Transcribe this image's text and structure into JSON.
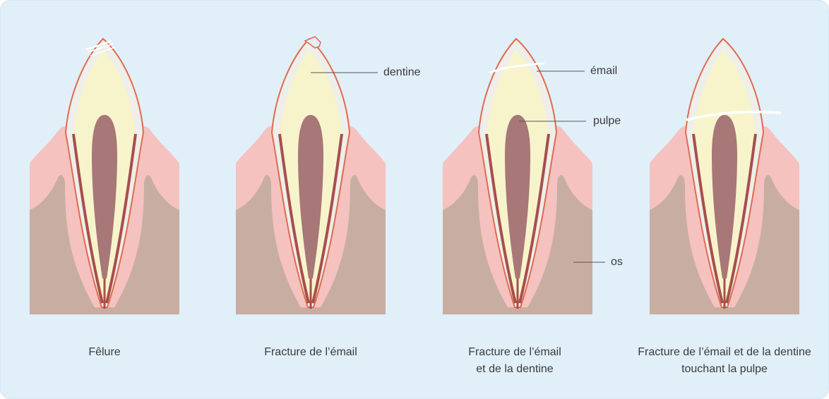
{
  "captions": {
    "t1": "Fêlure",
    "t2": "Fracture de l’émail",
    "t3_line1": "Fracture de l’émail",
    "t3_line2": "et de la dentine",
    "t4_line1": "Fracture de l’émail et de la dentine",
    "t4_line2": "touchant la pulpe"
  },
  "labels": {
    "dentine": "dentine",
    "email": "émail",
    "pulpe": "pulpe",
    "os": "os"
  },
  "colors": {
    "background": "#e1eff9",
    "bone": "#c8aea2",
    "gum": "#f5c2bf",
    "enamel": "#eeeeea",
    "dentine": "#f7f4cc",
    "pulp": "#a87777",
    "outline": "#e06b4f",
    "root_canal": "#a84f4b",
    "leader_line": "#555555"
  }
}
